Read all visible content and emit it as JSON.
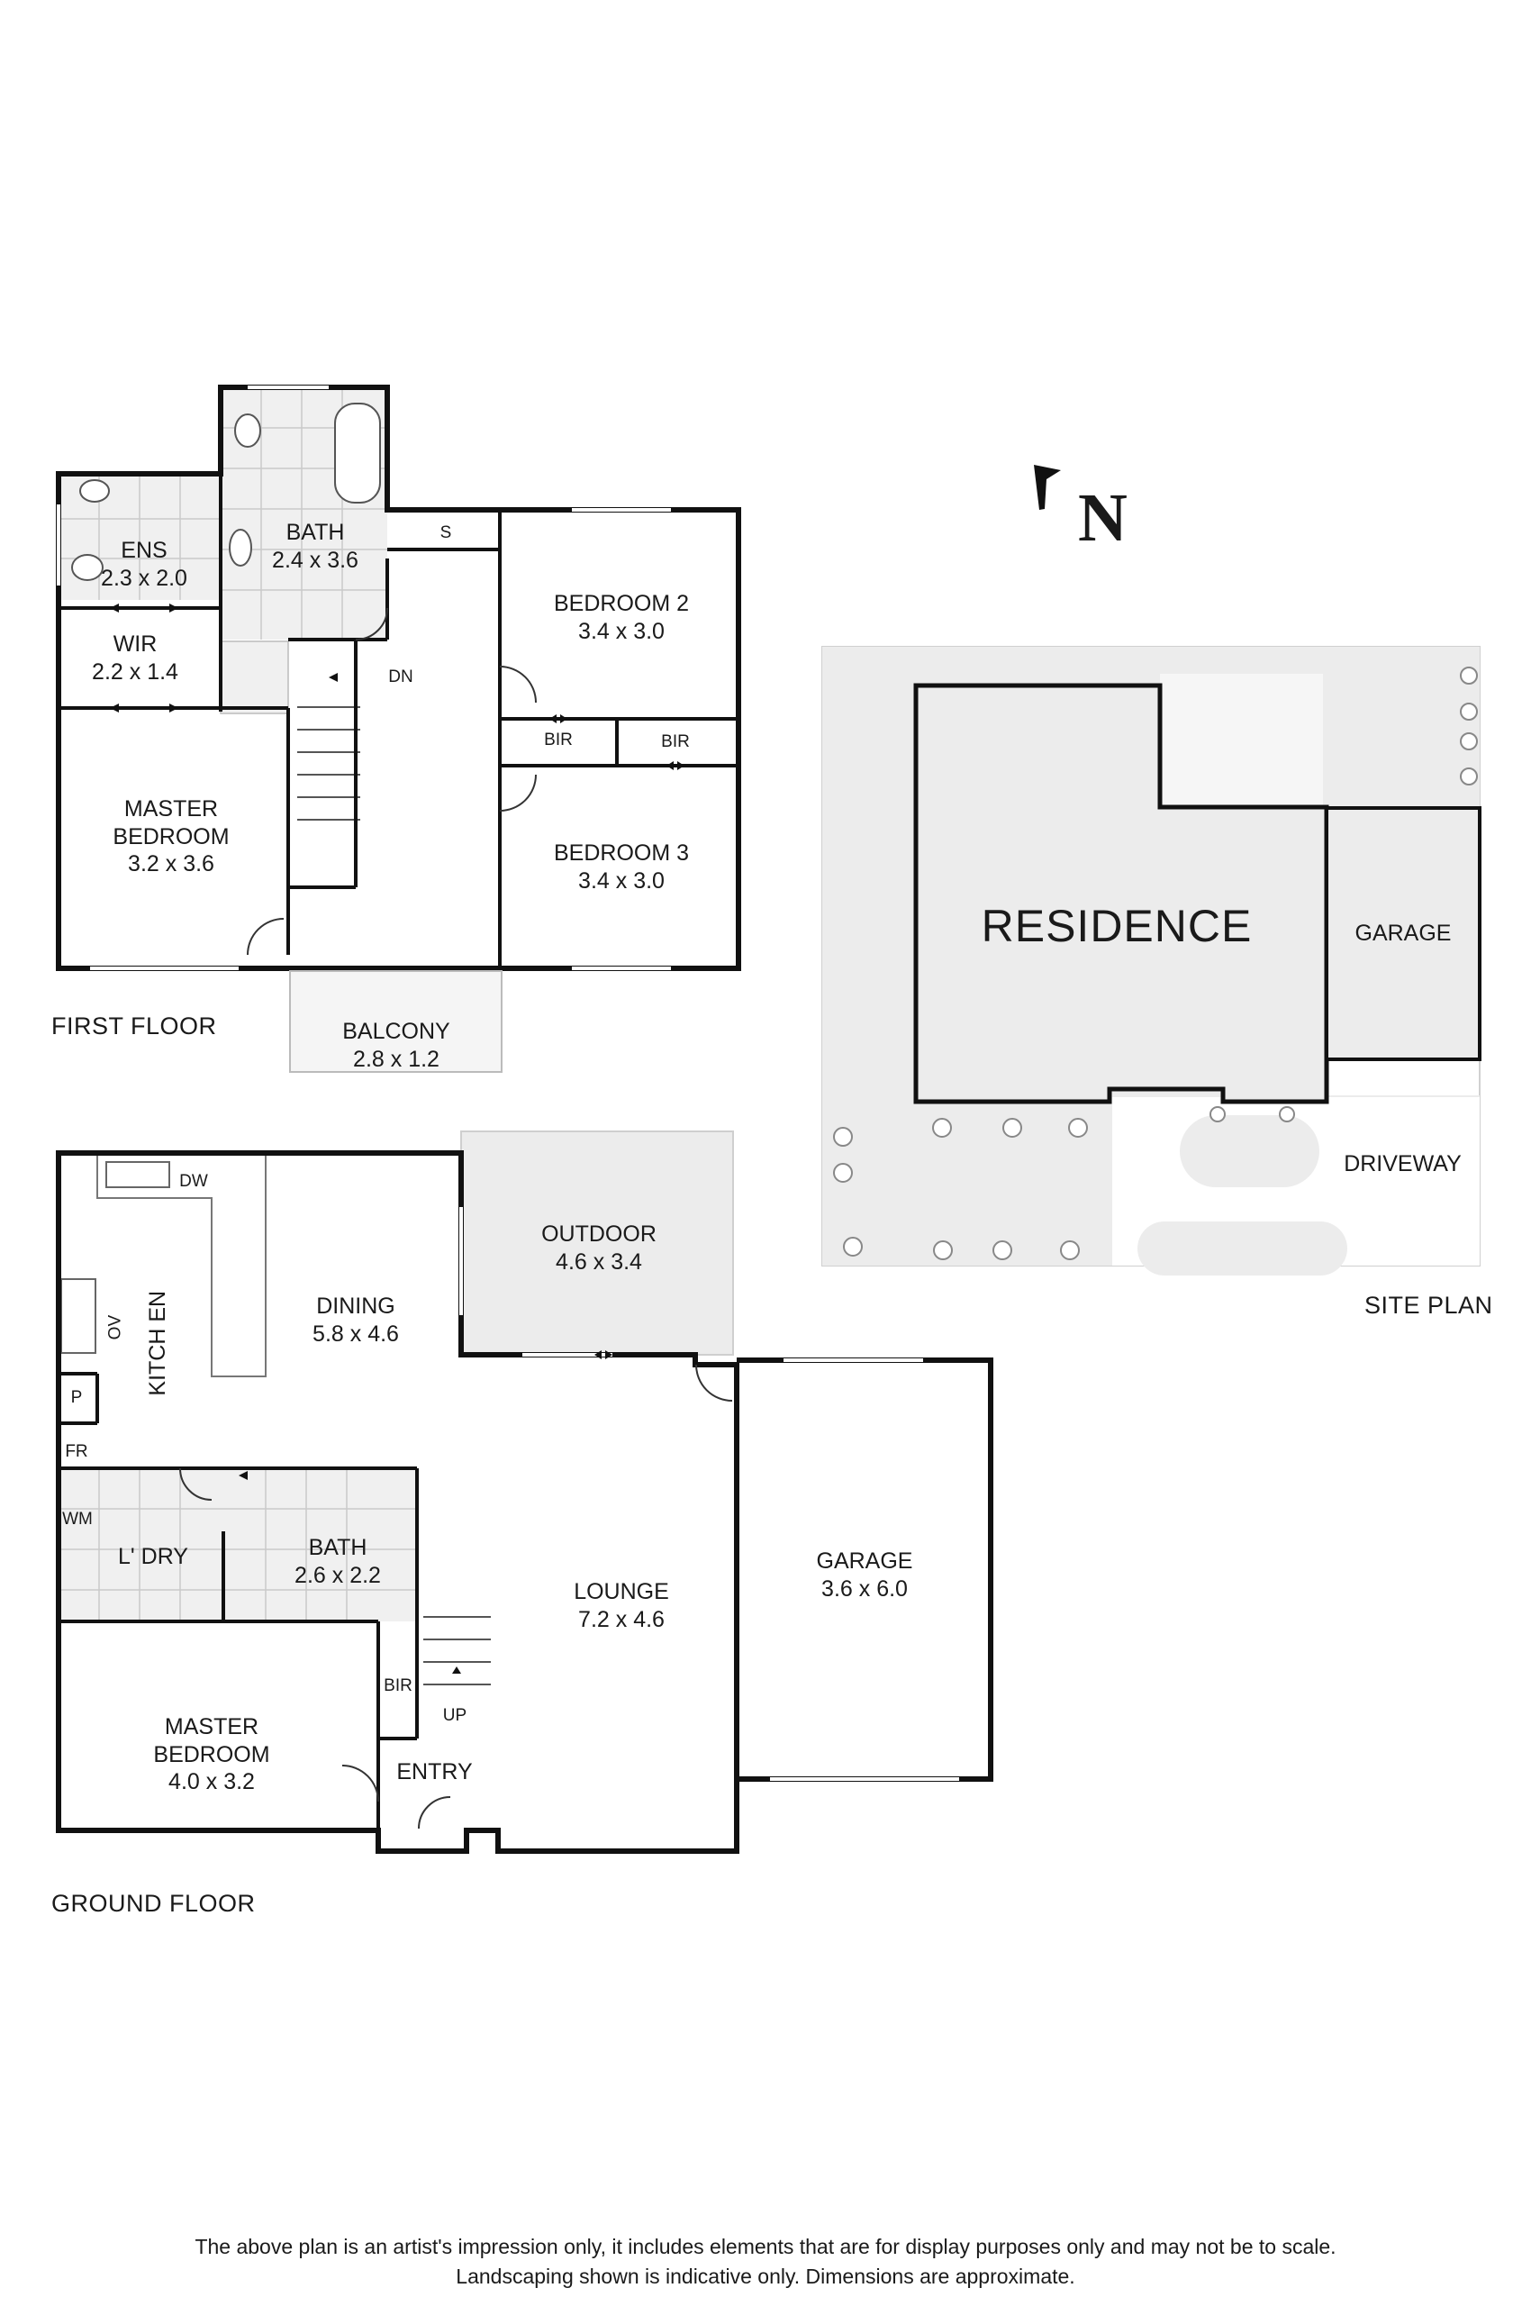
{
  "first_floor": {
    "caption": "FIRST FLOOR",
    "rooms": {
      "ens": {
        "name": "ENS",
        "dims": "2.3 x 2.0"
      },
      "bath": {
        "name": "BATH",
        "dims": "2.4 x 3.6"
      },
      "wir": {
        "name": "WIR",
        "dims": "2.2 x 1.4"
      },
      "bedroom2": {
        "name": "BEDROOM 2",
        "dims": "3.4 x 3.0"
      },
      "bedroom3": {
        "name": "BEDROOM 3",
        "dims": "3.4 x 3.0"
      },
      "master_bedroom": {
        "name_line1": "MASTER",
        "name_line2": "BEDROOM",
        "dims": "3.2 x 3.6"
      },
      "balcony": {
        "name": "BALCONY",
        "dims": "2.8 x 1.2"
      }
    },
    "labels": {
      "s": "S",
      "dn": "DN",
      "bir1": "BIR",
      "bir2": "BIR"
    }
  },
  "ground_floor": {
    "caption": "GROUND FLOOR",
    "rooms": {
      "outdoor": {
        "name": "OUTDOOR",
        "dims": "4.6 x 3.4"
      },
      "dining": {
        "name": "DINING",
        "dims": "5.8 x 4.6"
      },
      "kitchen": {
        "name": "KITCH EN"
      },
      "laundry": {
        "name": "L' DRY"
      },
      "bath": {
        "name": "BATH",
        "dims": "2.6 x 2.2"
      },
      "lounge": {
        "name": "LOUNGE",
        "dims": "7.2 x 4.6"
      },
      "garage": {
        "name": "GARAGE",
        "dims": "3.6 x 6.0"
      },
      "master_bedroom": {
        "name": "MASTER",
        "name_line2": "BEDROOM",
        "dims": "4.0 x 3.2"
      },
      "entry": {
        "name": "ENTRY"
      }
    },
    "labels": {
      "dw": "DW",
      "ov": "OV",
      "p": "P",
      "fr": "FR",
      "wm": "WM",
      "bir": "BIR",
      "up": "UP"
    }
  },
  "site_plan": {
    "caption": "SITE PLAN",
    "residence": "RESIDENCE",
    "garage": "GARAGE",
    "driveway": "DRIVEWAY"
  },
  "north": {
    "label": "N"
  },
  "disclaimer": {
    "line1": "The above plan is an artist's impression only, it includes elements that are for display purposes only and may not be to scale.",
    "line2": "Landscaping shown is indicative only. Dimensions are approximate."
  },
  "colors": {
    "wall": "#111111",
    "fill_grey": "#ececec",
    "outline_grey": "#cfcfcf",
    "text": "#1a1a1a"
  }
}
